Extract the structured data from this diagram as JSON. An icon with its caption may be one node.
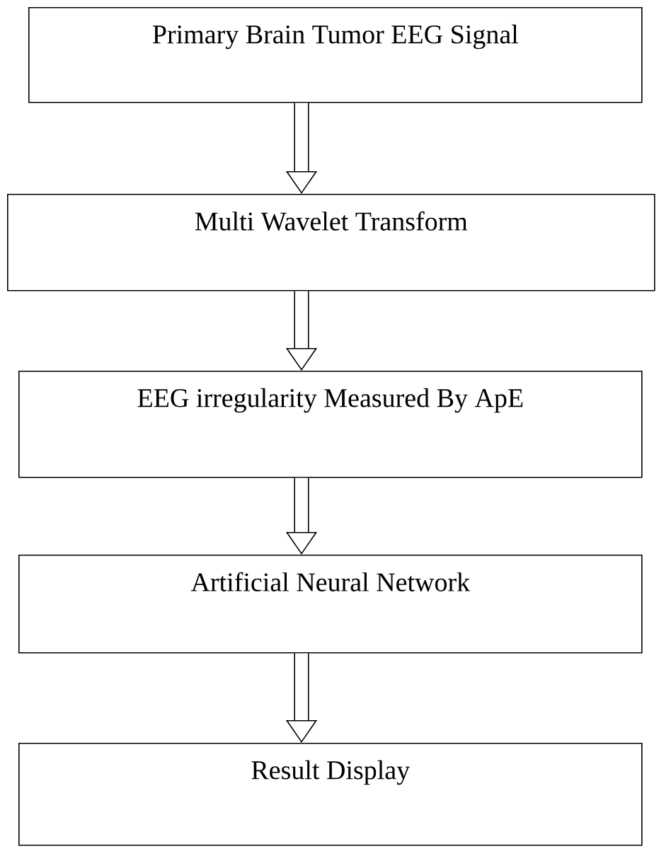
{
  "diagram": {
    "nodes": [
      {
        "text": [
          "Primary Brain Tumor EEG Signal"
        ]
      },
      {
        "text": [
          "Multi Wavelet Transform"
        ]
      },
      {
        "text": [
          "EEG irregularity Measured By ApE"
        ]
      },
      {
        "text": [
          "Artificial Neural Network"
        ]
      },
      {
        "text": [
          "Result Display"
        ]
      }
    ],
    "edges": [
      {
        "from": 0,
        "to": 1,
        "arrow": "to"
      },
      {
        "from": 1,
        "to": 2,
        "arrow": "to"
      },
      {
        "from": 2,
        "to": 3,
        "arrow": "to"
      },
      {
        "from": 3,
        "to": 4,
        "arrow": "to"
      }
    ]
  }
}
